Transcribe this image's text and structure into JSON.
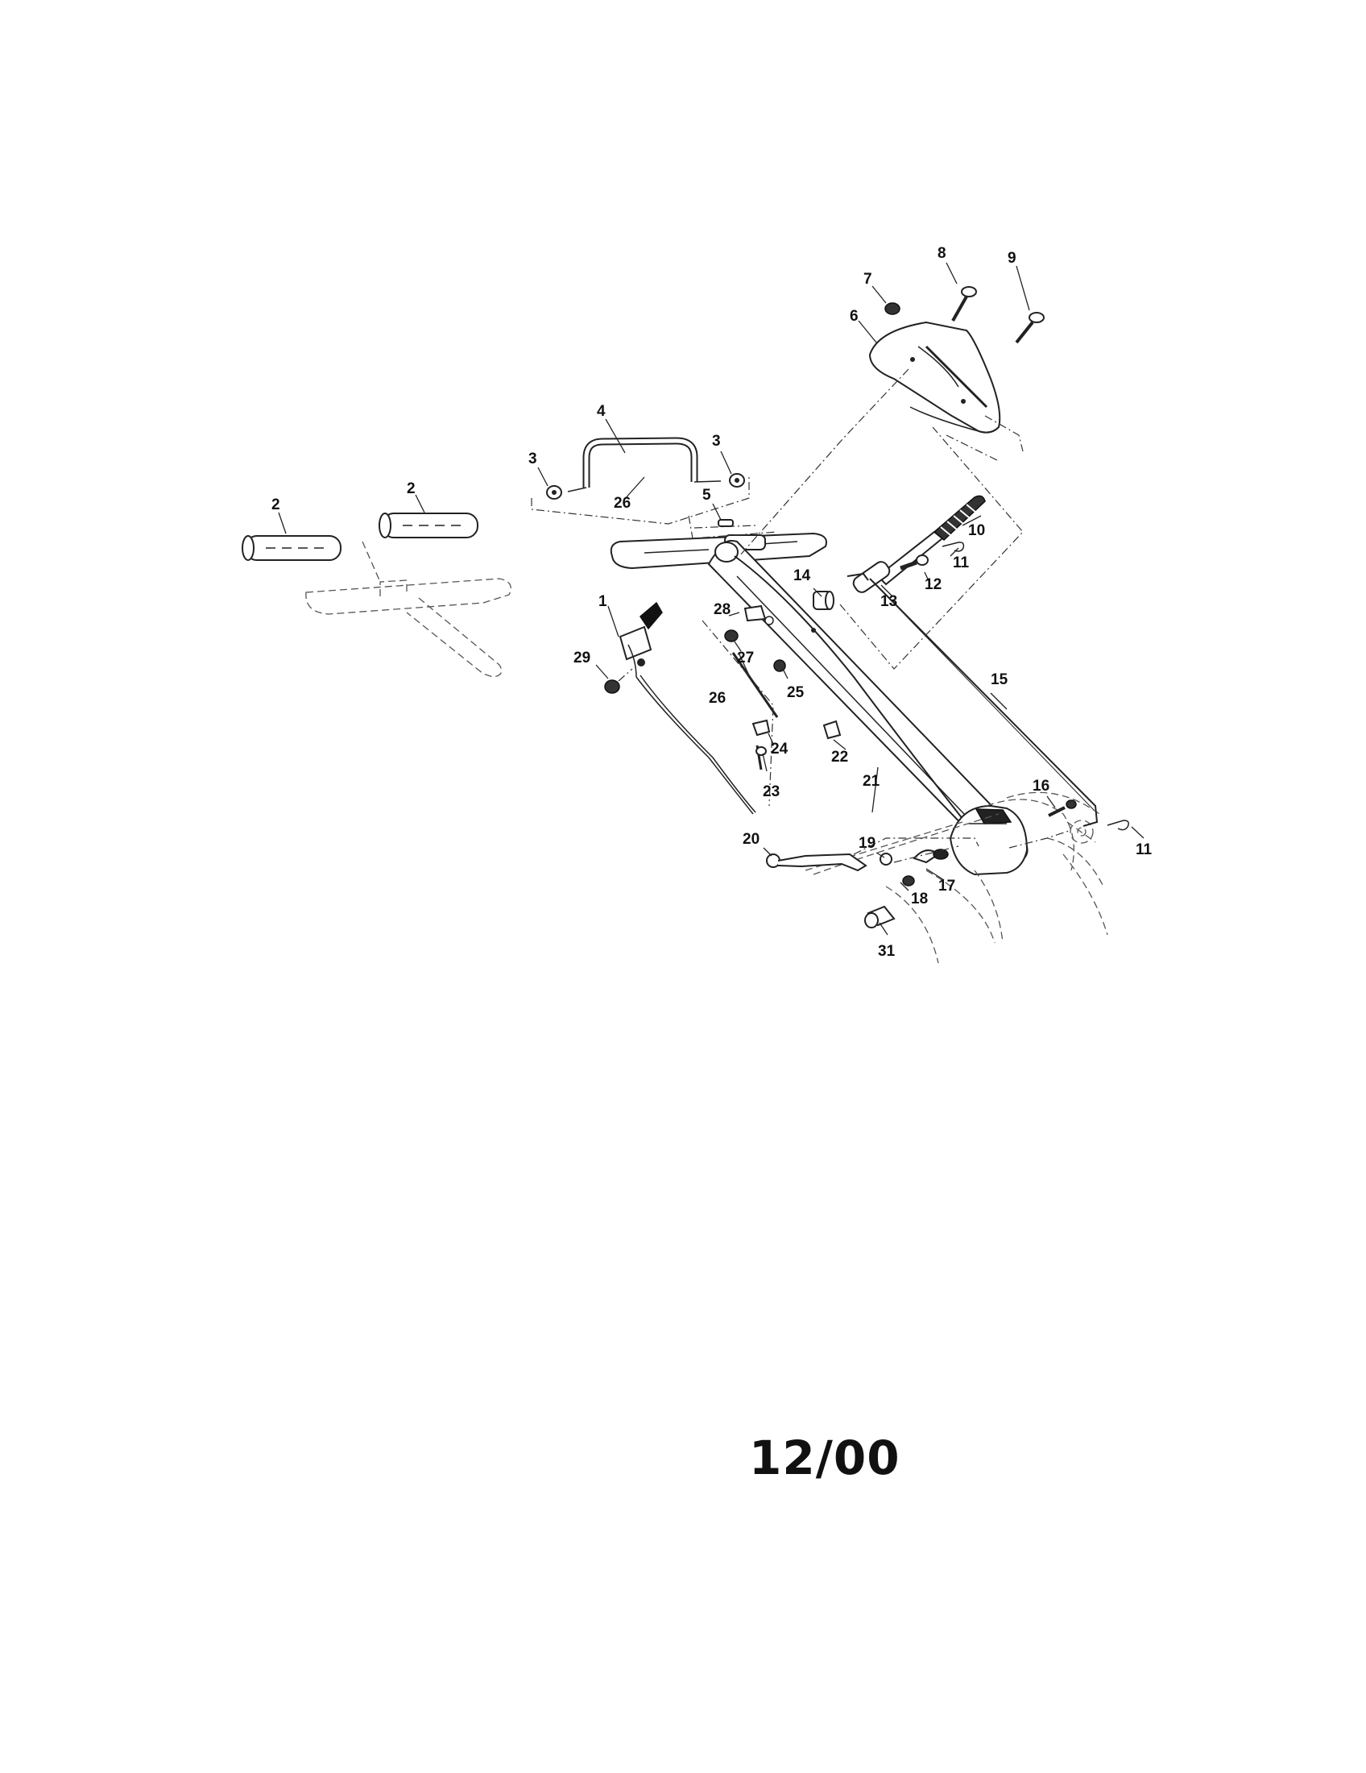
{
  "diagram": {
    "callouts": {
      "c1": "1",
      "c2a": "2",
      "c2b": "2",
      "c3a": "3",
      "c3b": "3",
      "c4": "4",
      "c5": "5",
      "c6": "6",
      "c7": "7",
      "c8": "8",
      "c9": "9",
      "c10": "10",
      "c11a": "11",
      "c11b": "11",
      "c12": "12",
      "c13": "13",
      "c14": "14",
      "c15": "15",
      "c16": "16",
      "c17": "17",
      "c18": "18",
      "c19": "19",
      "c20": "20",
      "c21": "21",
      "c22": "22",
      "c23": "23",
      "c24": "24",
      "c25": "25",
      "c26a": "26",
      "c26b": "26",
      "c27": "27",
      "c28": "28",
      "c29": "29",
      "c31": "31"
    }
  },
  "footer": {
    "date": "12/00"
  }
}
